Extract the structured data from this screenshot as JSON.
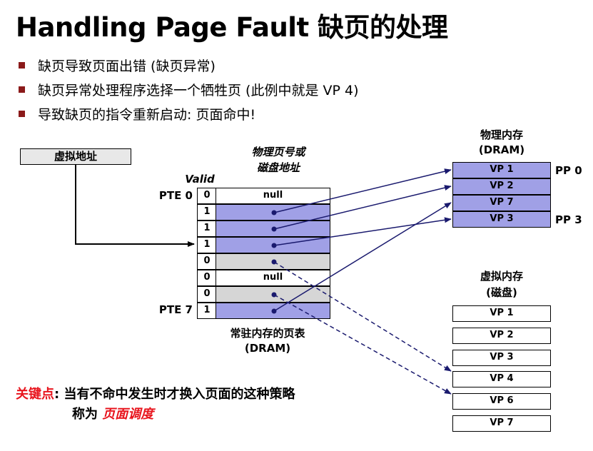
{
  "title": "Handling Page Fault 缺页的处理",
  "bullets": [
    "缺页导致页面出错 (缺页异常)",
    "缺页异常处理程序选择一个牺牲页 (此例中就是 VP 4)",
    "导致缺页的指令重新启动: 页面命中!"
  ],
  "virtual_address_label": "虚拟地址",
  "ppn_header": {
    "line1": "物理页号或",
    "line2": "磁盘地址"
  },
  "valid_header": "Valid",
  "pte_labels": {
    "first": "PTE 0",
    "last": "PTE 7"
  },
  "page_table": {
    "rows": [
      {
        "valid": "0",
        "content": "null",
        "kind": "white"
      },
      {
        "valid": "1",
        "content": "",
        "kind": "blue"
      },
      {
        "valid": "1",
        "content": "",
        "kind": "blue"
      },
      {
        "valid": "1",
        "content": "",
        "kind": "blue"
      },
      {
        "valid": "0",
        "content": "",
        "kind": "gray"
      },
      {
        "valid": "0",
        "content": "null",
        "kind": "white"
      },
      {
        "valid": "0",
        "content": "",
        "kind": "gray"
      },
      {
        "valid": "1",
        "content": "",
        "kind": "blue"
      }
    ],
    "caption": {
      "line1": "常驻内存的页表",
      "line2": "(DRAM)"
    }
  },
  "physical_memory": {
    "title": {
      "line1": "物理内存",
      "line2": "(DRAM)"
    },
    "pages": [
      "VP 1",
      "VP 2",
      "VP 7",
      "VP 3"
    ],
    "pp_labels": {
      "first": "PP 0",
      "last": "PP 3"
    }
  },
  "virtual_memory": {
    "title": {
      "line1": "虚拟内存",
      "line2": "(磁盘)"
    },
    "pages": [
      "VP 1",
      "VP 2",
      "VP 3",
      "VP 4",
      "VP 6",
      "VP 7"
    ]
  },
  "key_point": {
    "label": "关键点",
    "text1": ": 当有不命中发生时才换入页面的这种策略",
    "text2": "称为 ",
    "term": "页面调度"
  },
  "colors": {
    "table_blue": "#a0a0e6",
    "table_gray": "#d6d6d6",
    "bullet": "#8b1a1a",
    "highlight": "#e8141d"
  }
}
